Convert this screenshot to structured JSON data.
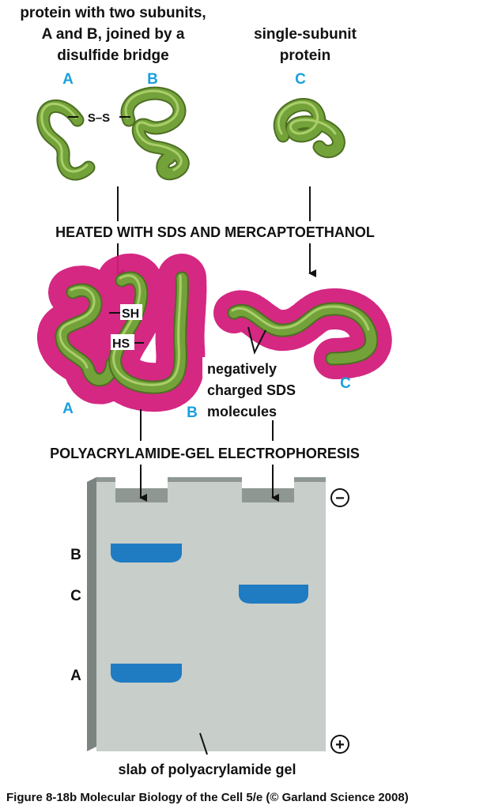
{
  "colors": {
    "protein": "#74a23a",
    "protein_dark": "#4d6f22",
    "protein_light": "#a9cf6a",
    "sds": "#d21c7b",
    "band": "#1f7bc2",
    "subunit_label": "#1aa0dc",
    "gel_face": "#c8cec9",
    "gel_side": "#7c8480",
    "gel_top": "#8f9793",
    "text": "#111111"
  },
  "top": {
    "left_caption": [
      "protein with two subunits,",
      "A and B, joined by a",
      "disulfide bridge"
    ],
    "right_caption": [
      "single-subunit",
      "protein"
    ],
    "label_a": "A",
    "label_b": "B",
    "label_c": "C",
    "bridge": "S–S"
  },
  "step1": "HEATED WITH SDS AND MERCAPTOETHANOL",
  "middle": {
    "sh_label": "SH",
    "hs_label": "HS",
    "label_a": "A",
    "label_b": "B",
    "label_c": "C",
    "sds_caption": [
      "negatively",
      "charged SDS",
      "molecules"
    ]
  },
  "step2": "POLYACRYLAMIDE-GEL ELECTROPHORESIS",
  "gel": {
    "band_labels": [
      "B",
      "C",
      "A"
    ],
    "minus": "−",
    "plus": "+",
    "caption": "slab of polyacrylamide gel"
  },
  "figure_caption": "Figure 8-18b  Molecular Biology of the Cell 5/e (© Garland Science 2008)"
}
